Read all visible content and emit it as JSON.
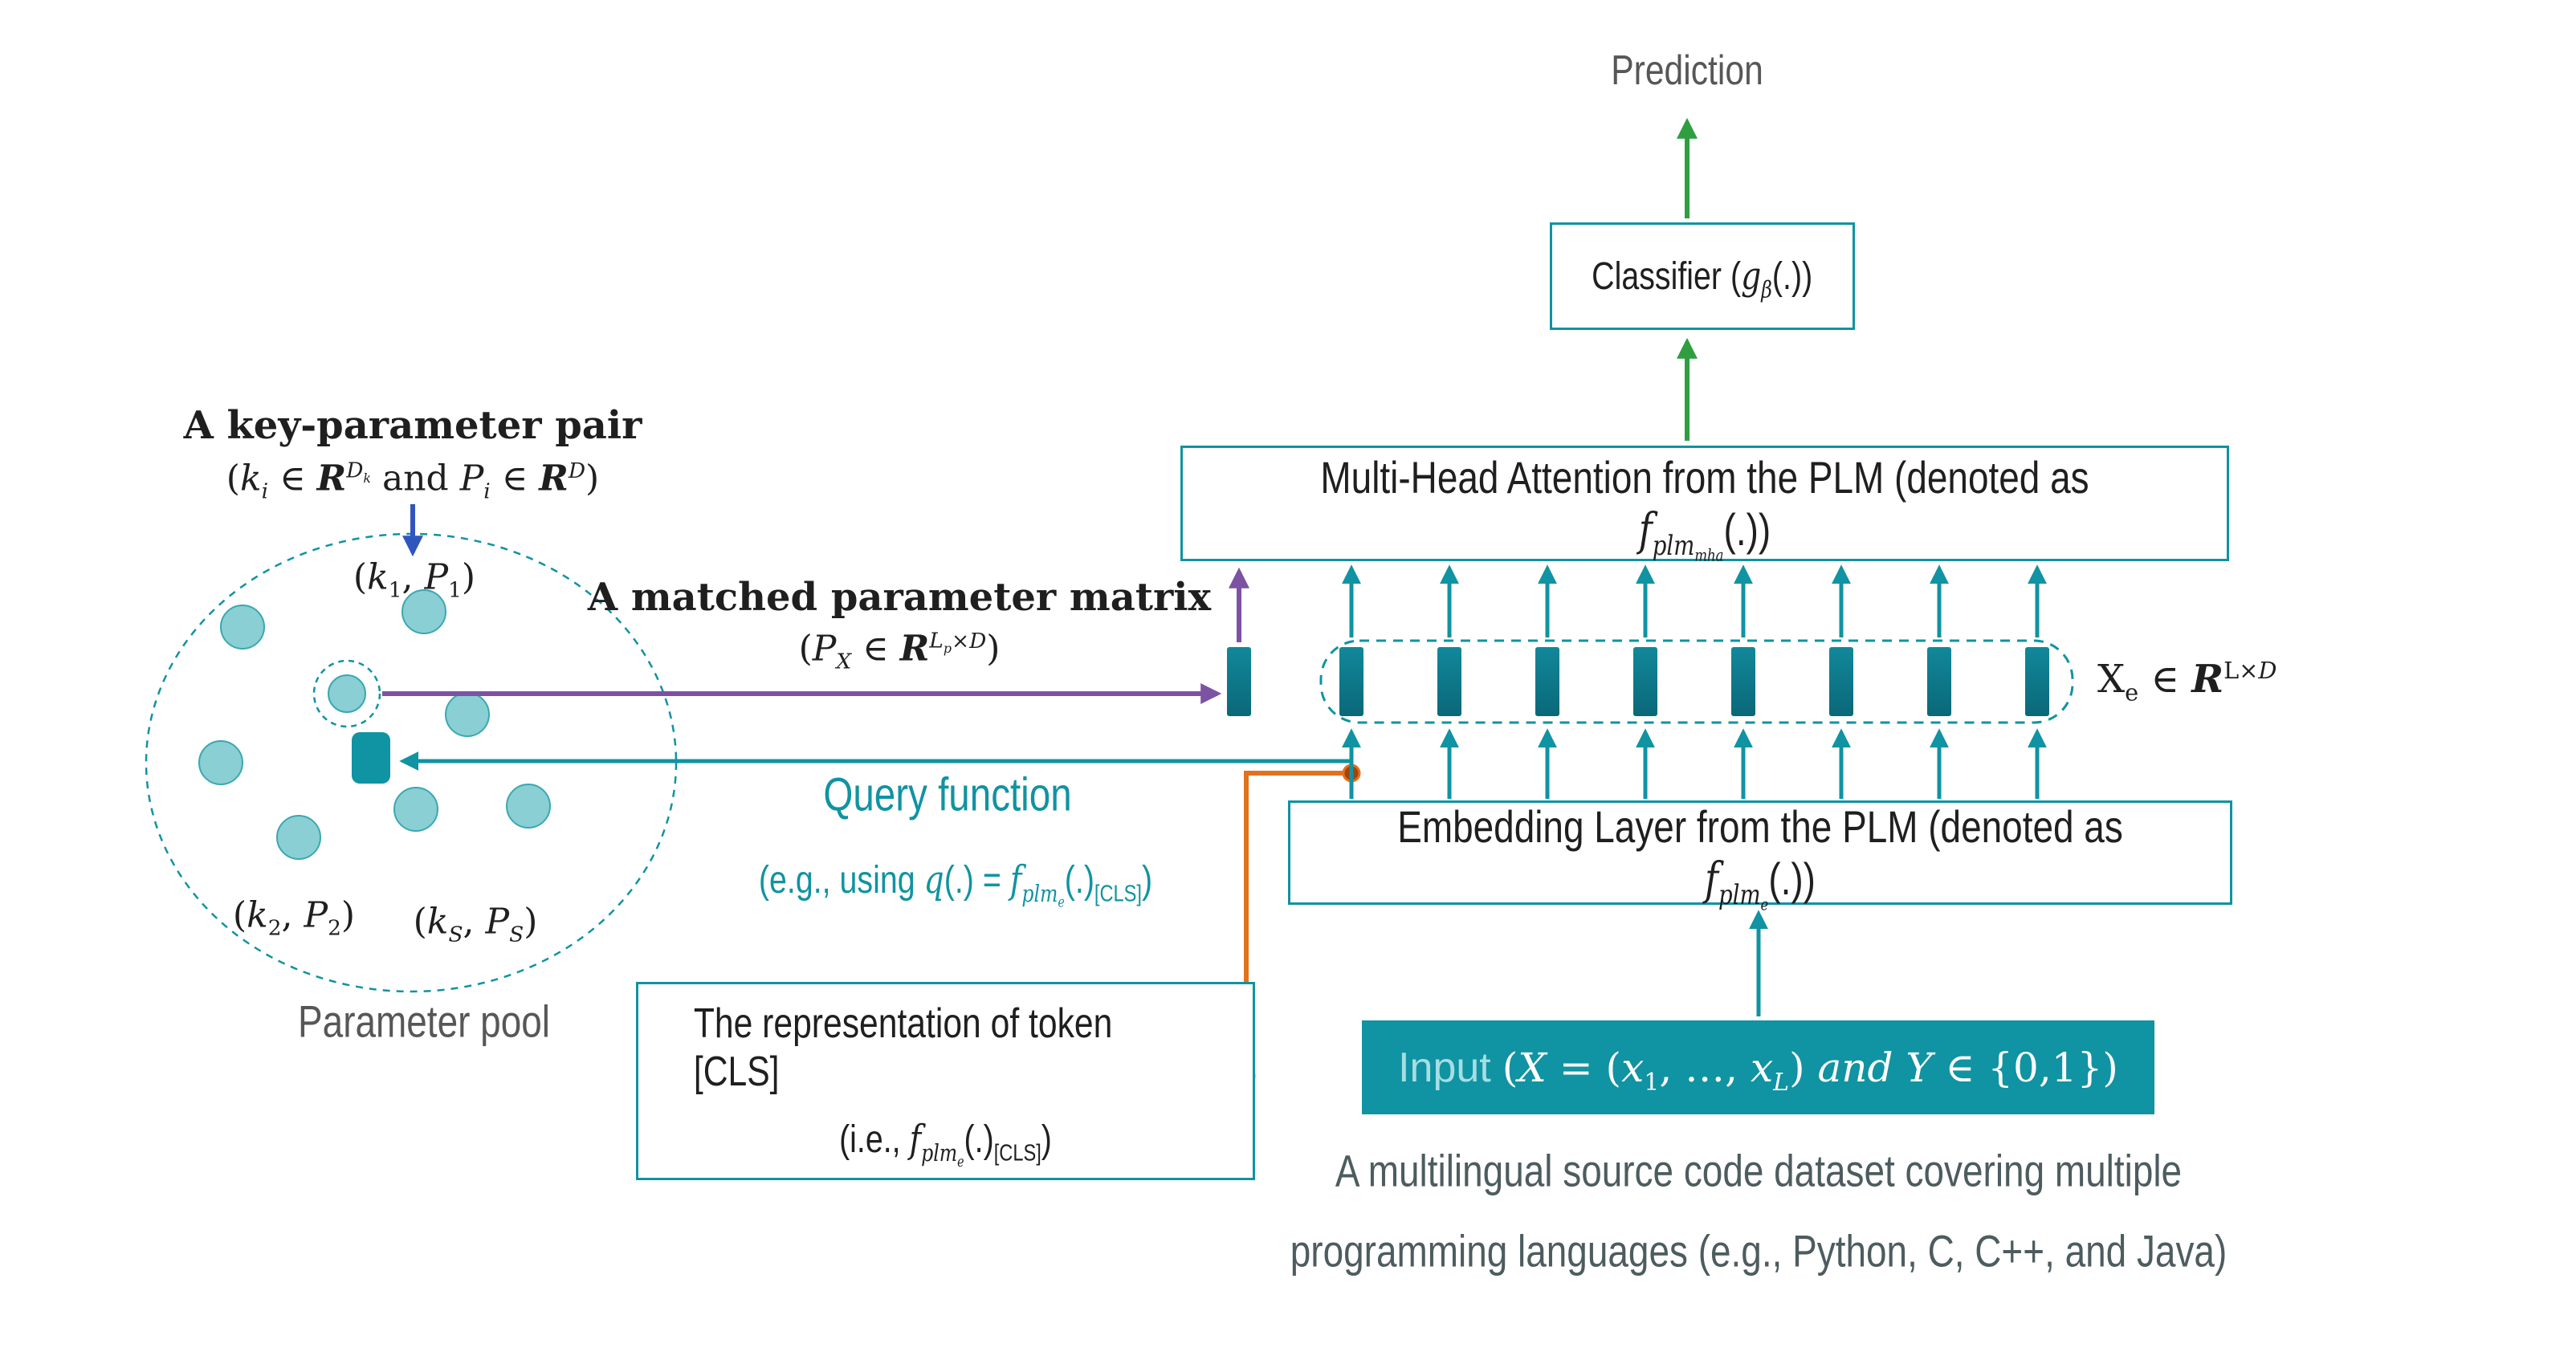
{
  "colors": {
    "teal": "#1093A2",
    "teal_dark_bar": "#0C7585",
    "teal_dot_fill": "#8ACFD3",
    "teal_dot_stroke": "#3AA8B2",
    "green": "#2F9E41",
    "purple": "#7C52A3",
    "blue": "#3056BE",
    "orange": "#E2711D",
    "orange_dot": "#A3430D",
    "gray": "#575757",
    "caption_gray": "#4D5C5F",
    "text_dark": "#1F1F1F",
    "input_prefix": "#A5DEE3"
  },
  "flow": {
    "prediction_label": "Prediction",
    "classifier_label": "Classifier (<i>g<sub>β</sub></i>(.))",
    "mha_label": "Multi-Head Attention from the PLM (denoted as <i>f<sub>plm<sub>mha</sub></sub></i>(.))",
    "xe_label": "X<sub>e</sub> ∈ <b><i>R</i></b><sup>L×<i>D</i></sup>",
    "embedding_label": "Embedding Layer from the PLM (denoted as <i>f<sub>plm<sub>e</sub></sub></i>(.))",
    "input_prefix": "Input",
    "input_math": "(<i>X</i> = (<i>x</i><sub>1</sub>, …, <i>x<sub>L</sub></i>) <i>and</i> <i>Y</i> ∈ {0,1})",
    "dataset_line1": "A multilingual source code dataset covering multiple",
    "dataset_line2": "programming languages (e.g., Python, C, C++, and Java)",
    "token_bar_count": 8
  },
  "pool": {
    "caption": "Parameter pool",
    "key_pair_line1": "A key-parameter pair",
    "key_pair_line2": "(<i>k<sub>i</sub></i> ∈ <b><i>R</i></b><sup><i>D<sub>k</sub></i></sup> and <i>P<sub>i</sub></i> ∈ <b><i>R</i></b><sup><i>D</i></sup>)",
    "pair1": "(<i>k</i><sub>1</sub>, <i>P</i><sub>1</sub>)",
    "pair2": "(<i>k</i><sub>2</sub>, <i>P</i><sub>2</sub>)",
    "pairS": "(<i>k<sub>S</sub></i>, <i>P<sub>S</sub></i>)"
  },
  "annotations": {
    "matched_line1": "A matched parameter matrix",
    "matched_line2": "(<i>P<sub>X</sub></i> ∈ <b><i>R</i></b><sup><i>L<sub>p</sub></i>×<i>D</i></sup>)",
    "query_line1": "Query function",
    "query_line2": "(e.g., using <i>q</i>(.) = <i>f<sub>plm<sub>e</sub></sub></i>(.)<sub>[CLS]</sub>)",
    "cls_line1": "The representation of token [CLS]",
    "cls_line2": "(i.e., <i>f<sub>plm<sub>e</sub></sub></i>(.)<sub>[CLS]</sub>)"
  }
}
